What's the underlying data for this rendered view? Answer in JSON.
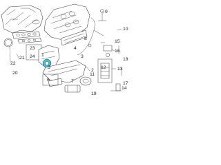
{
  "callouts": [
    "1",
    "2",
    "3",
    "4",
    "5",
    "6",
    "7",
    "8",
    "9",
    "10",
    "11",
    "12",
    "13",
    "14",
    "15",
    "16",
    "17",
    "18",
    "19",
    "20",
    "21",
    "22",
    "23",
    "24"
  ],
  "colors": {
    "highlight": "#3fc3d6",
    "line": "#3a3a3a",
    "background": "#ffffff"
  }
}
